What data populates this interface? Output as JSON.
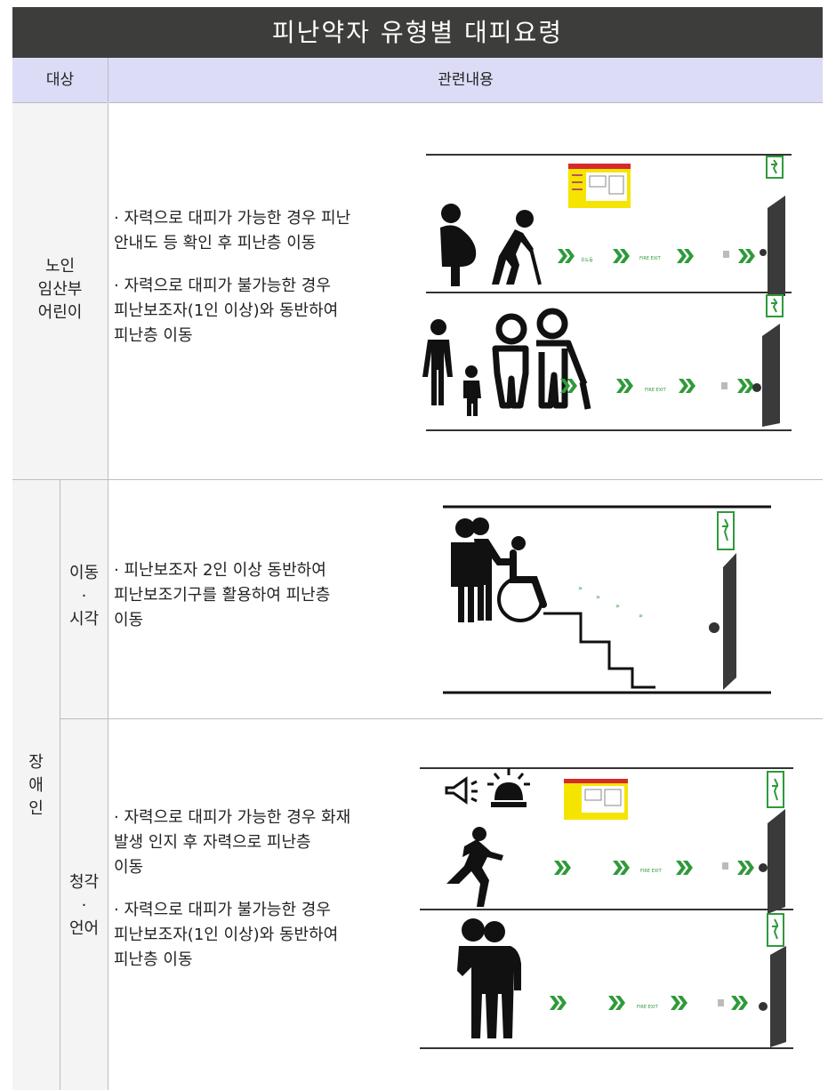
{
  "title": "피난약자 유형별 대피요령",
  "header": {
    "target": "대상",
    "content": "관련내용"
  },
  "rows": {
    "elderly": {
      "label": [
        "노인",
        "임산부",
        "어린이"
      ],
      "bullets": [
        {
          "lines": [
            "· 자력으로 대피가 가능한 경우 피난",
            "안내도 등 확인 후 피난층 이동"
          ]
        },
        {
          "lines": [
            "· 자력으로 대피가 불가능한 경우",
            "피난보조자(1인 이상)와 동반하여",
            "피난층 이동"
          ]
        }
      ]
    },
    "disabled": {
      "label": [
        "장",
        "애",
        "인"
      ],
      "mobility": {
        "label": [
          "이동",
          "·",
          "시각"
        ],
        "bullets": [
          {
            "lines": [
              "· 피난보조자 2인 이상 동반하여",
              "피난보조기구를 활용하여 피난층",
              "이동"
            ]
          }
        ]
      },
      "hearing": {
        "label": [
          "청각",
          "·",
          "언어"
        ],
        "bullets": [
          {
            "lines": [
              "· 자력으로 대피가 가능한 경우 화재",
              "발생 인지 후 자력으로 피난층",
              "이동"
            ]
          },
          {
            "lines": [
              "· 자력으로 대피가 불가능한 경우",
              "피난보조자(1인 이상)와 동반하여",
              "피난층 이동"
            ]
          }
        ]
      }
    }
  },
  "signs": {
    "fire_exit": "FIRE EXIT"
  },
  "colors": {
    "title_bg": "#3d3d3b",
    "header_bg": "#dcdcf7",
    "label_bg": "#f4f4f4",
    "arrow_green": "#2f9a3a"
  }
}
